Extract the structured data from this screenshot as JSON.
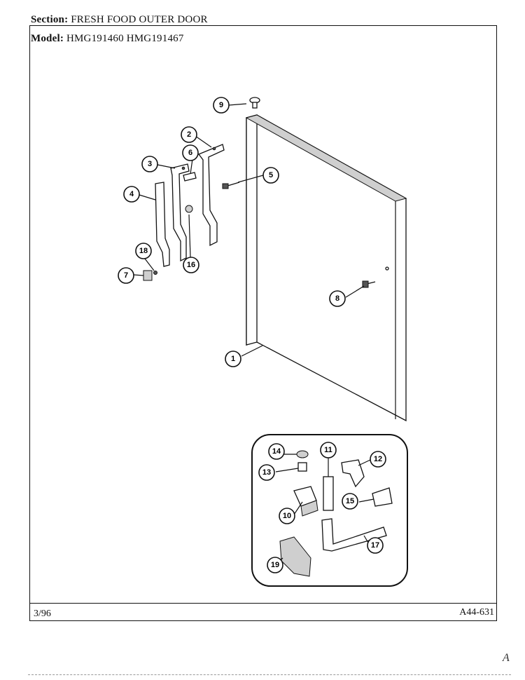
{
  "header": {
    "section_label": "Section:",
    "section_value": "FRESH FOOD OUTER DOOR",
    "model_label": "Model:",
    "model_value": "HMG191460  HMG191467"
  },
  "footer": {
    "date": "3/96",
    "code": "A44-631"
  },
  "corner_mark": "A",
  "callouts": [
    "1",
    "2",
    "3",
    "4",
    "5",
    "6",
    "7",
    "8",
    "9",
    "10",
    "11",
    "12",
    "13",
    "14",
    "15",
    "16",
    "17",
    "18",
    "19"
  ]
}
